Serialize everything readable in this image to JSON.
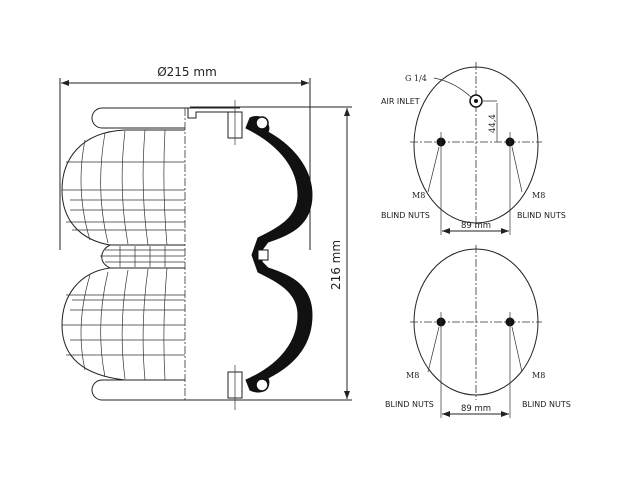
{
  "side_view": {
    "diameter_label": "Ø215 mm",
    "height_label": "216 mm"
  },
  "top_view_upper": {
    "thread_label": "G 1/4",
    "air_inlet_label": "AIR INLET",
    "offset_label": "44,4",
    "left_bolt_label": "M8",
    "right_bolt_label": "M8",
    "left_nut_label": "BLIND NUTS",
    "right_nut_label": "BLIND NUTS",
    "spacing_label": "89 mm"
  },
  "top_view_lower": {
    "left_bolt_label": "M8",
    "right_bolt_label": "M8",
    "left_nut_label": "BLIND NUTS",
    "right_nut_label": "BLIND NUTS",
    "spacing_label": "89 mm"
  }
}
